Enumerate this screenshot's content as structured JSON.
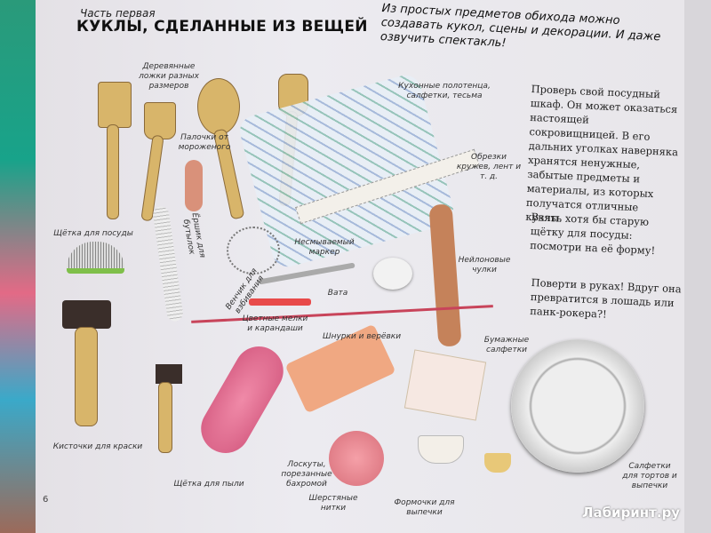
{
  "header": {
    "part": "Часть первая",
    "title": "КУКЛЫ, СДЕЛАННЫЕ ИЗ ВЕЩЕЙ"
  },
  "intro": "Из простых предметов обихода можно создавать кукол, сцены и декорации. И даже озвучить спектакль!",
  "paragraphs": [
    "Проверь свой посудный шкаф. Он может оказаться настоящей сокровищницей. В его дальних уголках наверняка хранятся ненужные, забытые предметы и материалы, из которых получатся отличные куклы.",
    "Взять хотя бы старую щётку для посуды: посмотри на её форму!",
    "Поверти в руках! Вдруг она превратится в лошадь или панк-рокера?!"
  ],
  "labels": {
    "spoons": "Деревянные ложки разных размеров",
    "sticks": "Палочки от мороженого",
    "bottle_brush": "Ёршик для бутылок",
    "dish_brush": "Щётка для посуды",
    "whisk": "Венчик для взбивания",
    "towels": "Кухонные полотенца, салфетки, тесьма",
    "lace": "Обрезки кружев, лент и т. д.",
    "marker": "Несмываемый маркер",
    "cotton": "Вата",
    "stockings": "Нейлоновые чулки",
    "crayons": "Цветные мелки и карандаши",
    "strings": "Шнурки и верёвки",
    "paper_napkins": "Бумажные салфетки",
    "paint_brushes": "Кисточки для краски",
    "duster": "Щётка для пыли",
    "rags": "Лоскуты, порезанные бахромой",
    "yarn": "Шерстяные нитки",
    "baking_cups": "Формочки для выпечки",
    "doilies": "Салфетки для тортов и выпечки"
  },
  "page_number": "6",
  "watermark": "Лабиринт.ру"
}
